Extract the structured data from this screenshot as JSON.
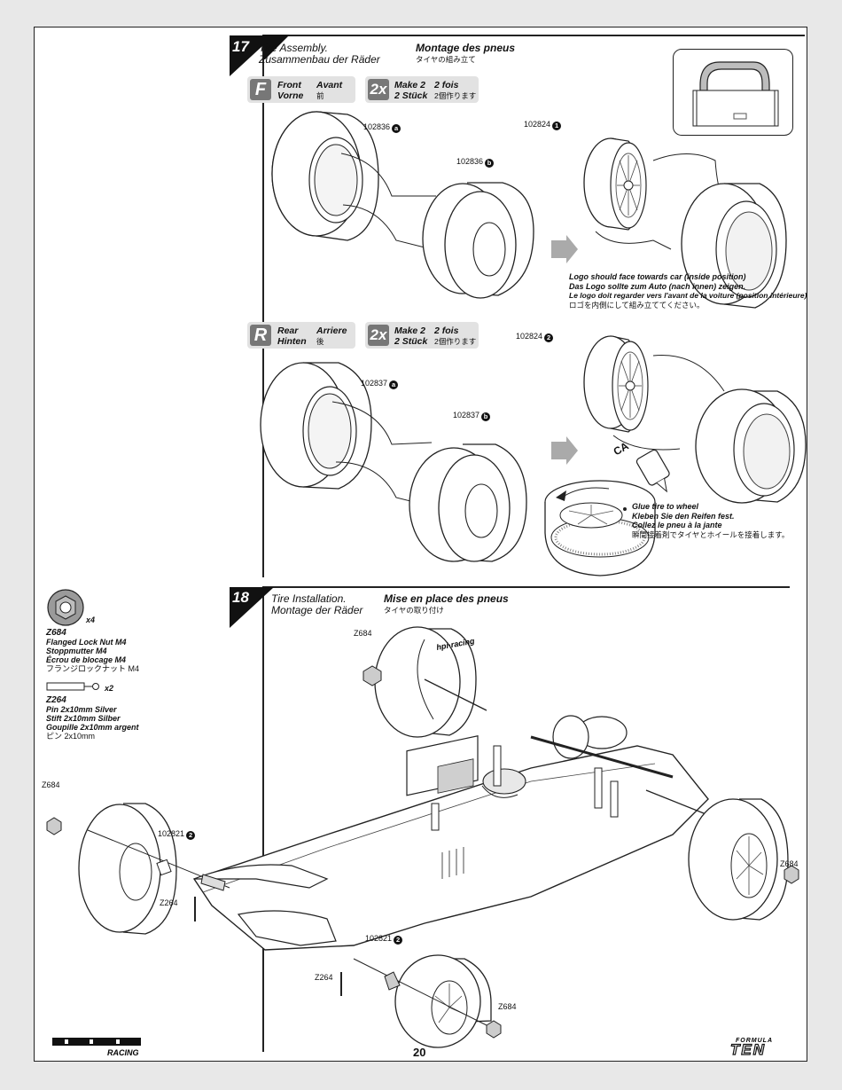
{
  "page_number": "20",
  "step17": {
    "number": "17",
    "title_en": "Tire Assembly.",
    "title_de": "Zusammenbau der Räder",
    "title_fr": "Montage des pneus",
    "title_jp": "タイヤの組み立て",
    "front": {
      "letter": "F",
      "en": "Front",
      "fr": "Avant",
      "de": "Vorne",
      "jp": "前",
      "qty_icon": "2x",
      "make_en": "Make 2",
      "make_fr": "2 fois",
      "make_de": "2 Stück",
      "make_jp": "2個作ります",
      "tire_inner": "102836",
      "tire_inner_badge": "a",
      "tire_outer": "102836",
      "tire_outer_badge": "b",
      "wheel": "102824",
      "wheel_badge": "1"
    },
    "rear": {
      "letter": "R",
      "en": "Rear",
      "fr": "Arriere",
      "de": "Hinten",
      "jp": "後",
      "qty_icon": "2x",
      "make_en": "Make 2",
      "make_fr": "2 fois",
      "make_de": "2 Stück",
      "make_jp": "2個作ります",
      "tire_inner": "102837",
      "tire_inner_badge": "a",
      "tire_outer": "102837",
      "tire_outer_badge": "b",
      "wheel": "102824",
      "wheel_badge": "2"
    },
    "logo_note": [
      "Logo should face towards car (inside position)",
      "Das Logo sollte zum Auto (nach innen) zeigen.",
      "Le logo doit regarder vers l'avant de la voiture (position intérieure)",
      "ロゴを内側にして組み立ててください。"
    ],
    "glue_label": "CA",
    "glue_note": [
      "Glue tire to wheel",
      "Kleben Sie den Reifen fest.",
      "Collez le pneu à la jante",
      "瞬間接着剤でタイヤとホイールを接着します。"
    ]
  },
  "step18": {
    "number": "18",
    "title_en": "Tire Installation.",
    "title_de": "Montage der Räder",
    "title_fr": "Mise en place des pneus",
    "title_jp": "タイヤの取り付け",
    "labels": {
      "nut_top": "Z684",
      "nut_left": "Z684",
      "nut_right": "Z684",
      "nut_bottom": "Z684",
      "hub_left": "102821",
      "hub_left_badge": "2",
      "hub_bottom": "102821",
      "hub_bottom_badge": "2",
      "pin_left": "Z264",
      "pin_bottom": "Z264"
    }
  },
  "bom": [
    {
      "code": "Z684",
      "qty": "x4",
      "lines": [
        "Flanged Lock Nut M4",
        "Stoppmutter M4",
        "Écrou de blocage M4",
        "フランジロックナット M4"
      ]
    },
    {
      "code": "Z264",
      "qty": "x2",
      "lines": [
        "Pin 2x10mm Silver",
        "Stift 2x10mm Silber",
        "Goupille 2x10mm argent",
        "ピン 2x10mm"
      ]
    }
  ],
  "brand_left": "HPI RACING",
  "brand_right": "FORMULA TEN"
}
